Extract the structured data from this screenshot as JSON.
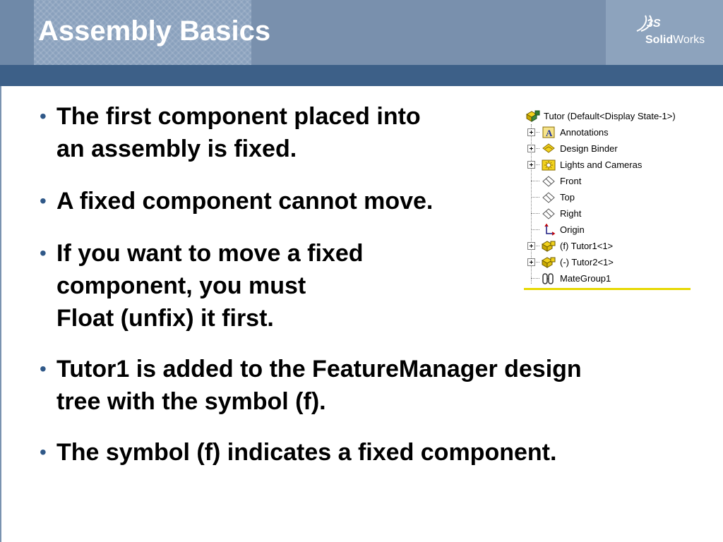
{
  "slide": {
    "title": "Assembly Basics",
    "logo": {
      "ds": "3S",
      "brand_solid": "Solid",
      "brand_works": "Works"
    },
    "bullets": [
      {
        "lines": [
          "The first component placed into",
          "an assembly is fixed."
        ]
      },
      {
        "lines": [
          "A fixed component cannot move."
        ]
      },
      {
        "lines": [
          "If you want to move a fixed",
          "component, you must",
          "Float (unfix) it first."
        ]
      },
      {
        "lines": [
          "Tutor1 is added to the FeatureManager design",
          "tree with the symbol (f)."
        ]
      },
      {
        "lines": [
          "The symbol (f) indicates a fixed component."
        ]
      }
    ]
  },
  "feature_tree": {
    "root": {
      "label": "Tutor  (Default<Display State-1>)",
      "icon": "assembly-icon"
    },
    "items": [
      {
        "label": "Annotations",
        "icon": "annotations-icon",
        "expandable": true
      },
      {
        "label": "Design Binder",
        "icon": "design-binder-icon",
        "expandable": true
      },
      {
        "label": "Lights and Cameras",
        "icon": "lights-cameras-icon",
        "expandable": true
      },
      {
        "label": "Front",
        "icon": "plane-icon",
        "expandable": false
      },
      {
        "label": "Top",
        "icon": "plane-icon",
        "expandable": false
      },
      {
        "label": "Right",
        "icon": "plane-icon",
        "expandable": false
      },
      {
        "label": "Origin",
        "icon": "origin-icon",
        "expandable": false
      },
      {
        "label": "(f) Tutor1<1>",
        "icon": "part-icon",
        "expandable": true
      },
      {
        "label": "(-) Tutor2<1>",
        "icon": "part-icon",
        "expandable": true
      },
      {
        "label": "MateGroup1",
        "icon": "mates-icon",
        "expandable": false
      }
    ],
    "colors": {
      "selection_underline": "#e6d800",
      "part_yellow": "#f2d21c",
      "header_band": "#3d6088"
    }
  }
}
